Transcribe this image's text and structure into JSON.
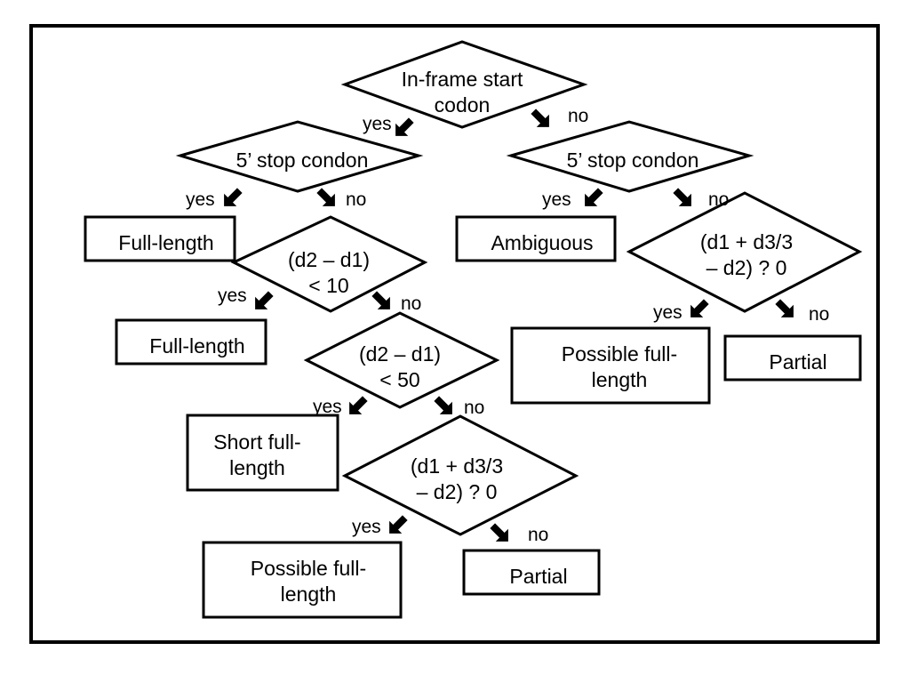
{
  "decisions": {
    "inframe": [
      "In-frame start",
      "codon"
    ],
    "stop_left": [
      "5’ stop condon"
    ],
    "stop_right": [
      "5’ stop condon"
    ],
    "d10": [
      "(d2 – d1)",
      "< 10"
    ],
    "d50": [
      "(d2 – d1)",
      "< 50"
    ],
    "calc_right": [
      "(d1 + d3/3",
      "– d2) ? 0"
    ],
    "calc_bottom": [
      "(d1 + d3/3",
      "– d2) ? 0"
    ]
  },
  "outcomes": {
    "full_length_1": [
      "Full-length"
    ],
    "full_length_2": [
      "Full-length"
    ],
    "ambiguous": [
      "Ambiguous"
    ],
    "possible_full_right": [
      "Possible full-",
      "length"
    ],
    "partial_right": [
      "Partial"
    ],
    "short_full": [
      "Short full-",
      "length"
    ],
    "possible_full_bottom": [
      "Possible full-",
      "length"
    ],
    "partial_bottom": [
      "Partial"
    ]
  },
  "edge_labels": {
    "yes": "yes",
    "no": "no"
  }
}
